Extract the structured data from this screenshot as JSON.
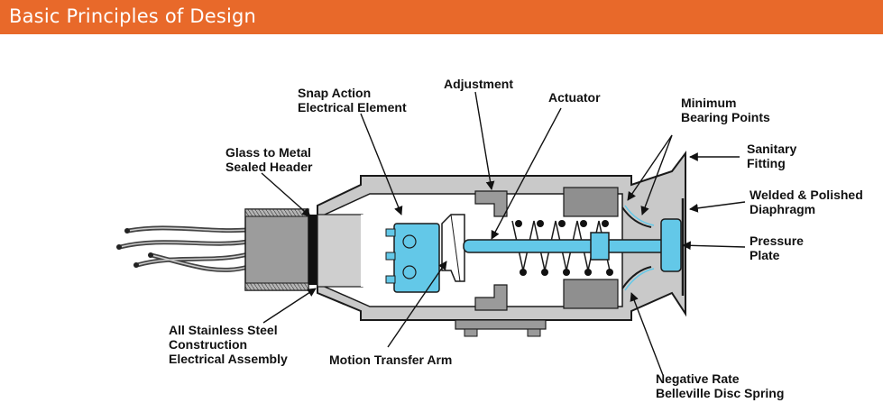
{
  "header": {
    "title": "Basic Principles of Design"
  },
  "labels": {
    "snap_action": [
      "Snap Action",
      "Electrical Element"
    ],
    "adjustment": [
      "Adjustment"
    ],
    "actuator": [
      "Actuator"
    ],
    "min_bearing": [
      "Minimum",
      "Bearing Points"
    ],
    "glass_metal": [
      "Glass to Metal",
      "Sealed Header"
    ],
    "sanitary": [
      "Sanitary",
      "Fitting"
    ],
    "welded": [
      "Welded & Polished",
      "Diaphragm"
    ],
    "pressure_plate": [
      "Pressure",
      "Plate"
    ],
    "stainless": [
      "All Stainless Steel",
      "Construction",
      "Electrical Assembly"
    ],
    "motion_arm": [
      "Motion Transfer Arm"
    ],
    "belleville": [
      "Negative Rate",
      "Belleville Disc Spring"
    ]
  },
  "colors": {
    "header": "#e8692a",
    "housing": "#c9c9c9",
    "housing_dark": "#9a9a9a",
    "interior": "#ffffff",
    "actuator_blue": "#63c8e8",
    "outline": "#1a1a1a"
  }
}
